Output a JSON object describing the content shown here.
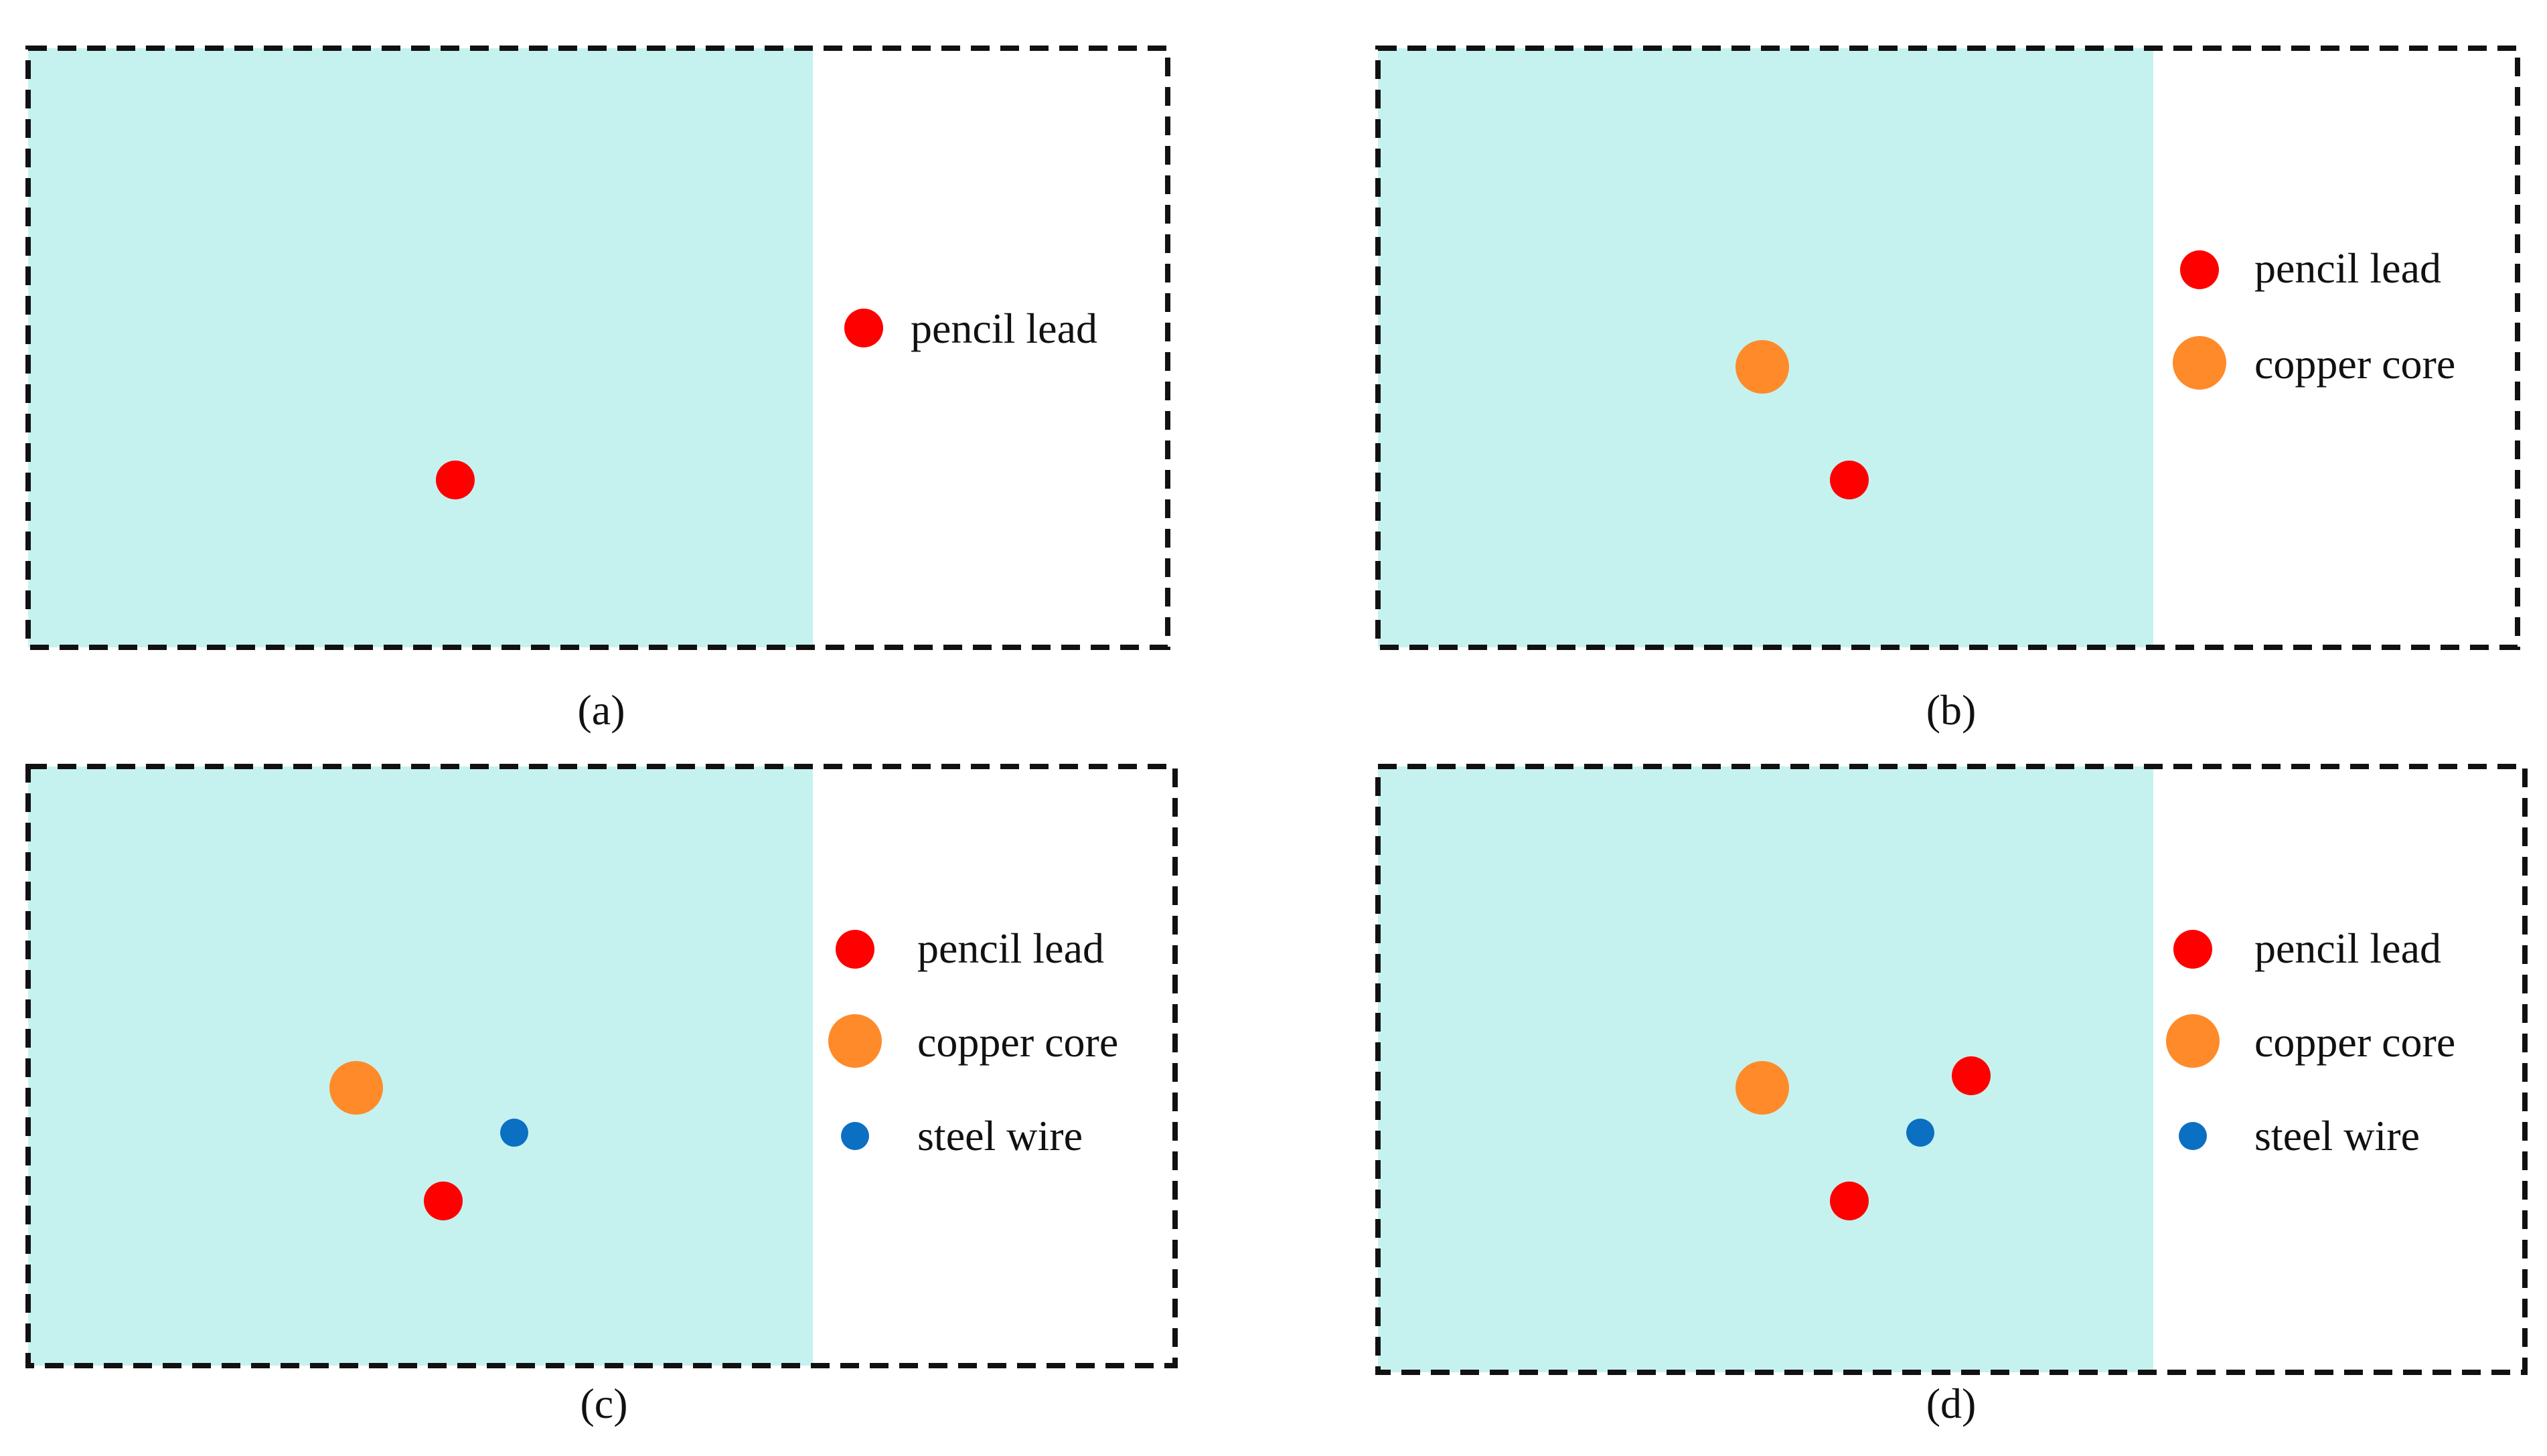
{
  "colors": {
    "medium": "#c5f2ef",
    "frame": "#111111",
    "pencil_lead": "#ff0000",
    "copper_core": "#ff8a2a",
    "steel_wire": "#0b6fc2",
    "text": "#111111"
  },
  "panels": [
    {
      "id": "a",
      "caption": "(a)",
      "legend": [
        {
          "key": "pencil_lead",
          "label": "pencil lead"
        }
      ],
      "objects": [
        {
          "kind": "pencil_lead"
        }
      ]
    },
    {
      "id": "b",
      "caption": "(b)",
      "legend": [
        {
          "key": "pencil_lead",
          "label": "pencil lead"
        },
        {
          "key": "copper_core",
          "label": "copper core"
        }
      ],
      "objects": [
        {
          "kind": "copper_core"
        },
        {
          "kind": "pencil_lead"
        }
      ]
    },
    {
      "id": "c",
      "caption": "(c)",
      "legend": [
        {
          "key": "pencil_lead",
          "label": "pencil lead"
        },
        {
          "key": "copper_core",
          "label": "copper core"
        },
        {
          "key": "steel_wire",
          "label": "steel wire"
        }
      ],
      "objects": [
        {
          "kind": "copper_core"
        },
        {
          "kind": "steel_wire"
        },
        {
          "kind": "pencil_lead"
        }
      ]
    },
    {
      "id": "d",
      "caption": "(d)",
      "legend": [
        {
          "key": "pencil_lead",
          "label": "pencil lead"
        },
        {
          "key": "copper_core",
          "label": "copper core"
        },
        {
          "key": "steel_wire",
          "label": "steel wire"
        }
      ],
      "objects": [
        {
          "kind": "copper_core"
        },
        {
          "kind": "pencil_lead"
        },
        {
          "kind": "steel_wire"
        },
        {
          "kind": "pencil_lead"
        }
      ]
    }
  ]
}
